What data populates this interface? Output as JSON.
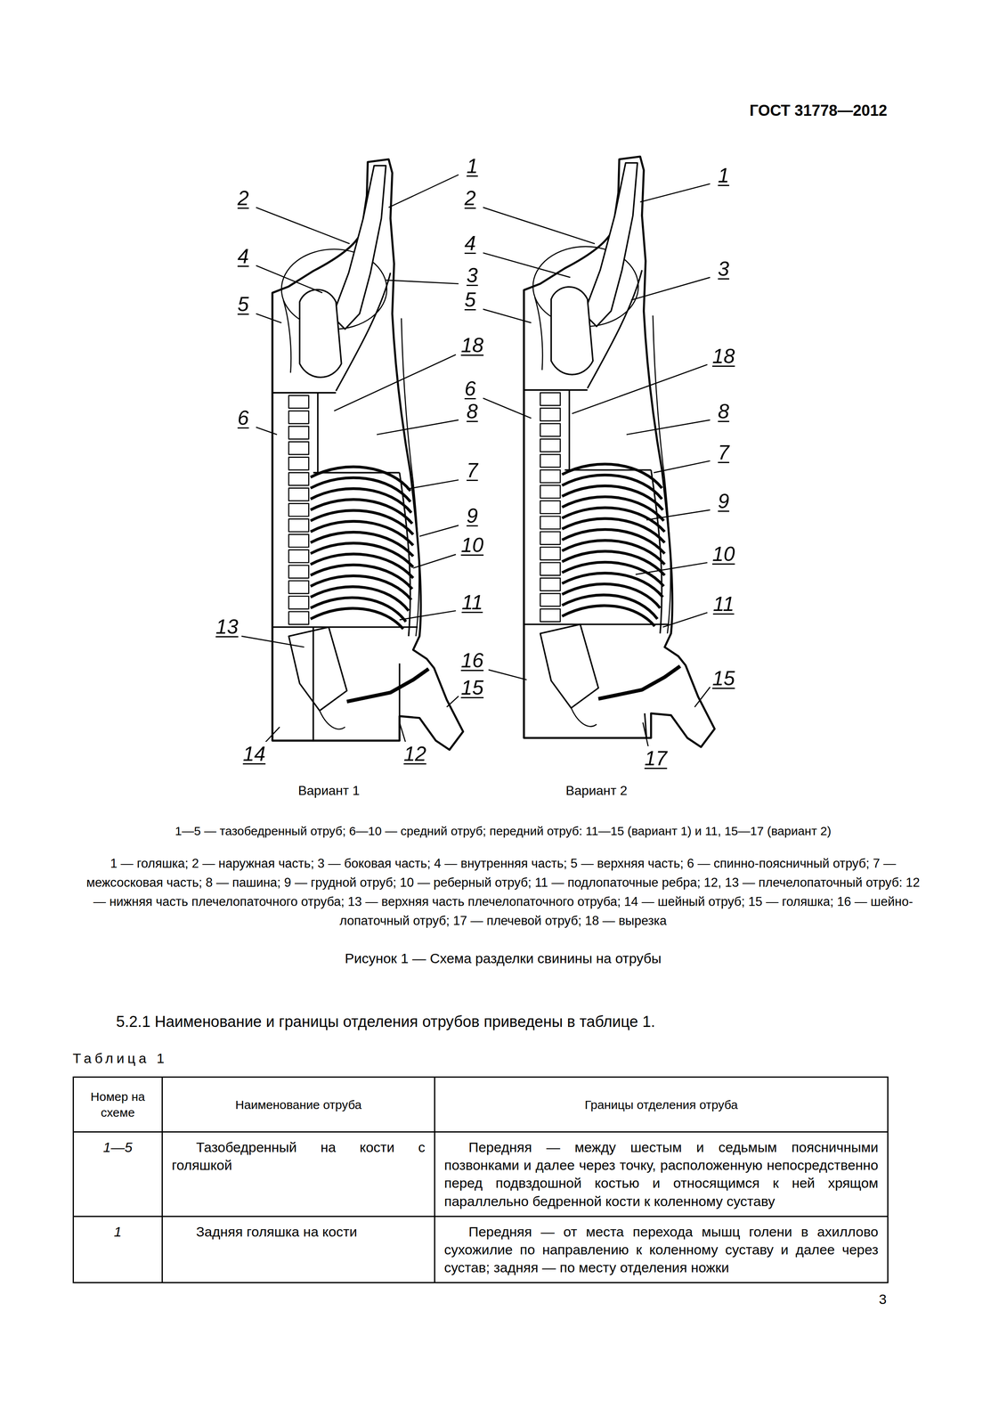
{
  "diagram": {
    "caption": "Рисунок 1 — Схема разделки свинины на отрубы",
    "labels": [
      "ГОСТ 31778—2012",
      "1",
      "2",
      "4",
      "3",
      "5",
      "18",
      "6",
      "8",
      "7",
      "9",
      "10",
      "11",
      "13",
      "15",
      "14",
      "12",
      "1",
      "2",
      "4",
      "3",
      "5",
      "18",
      "6",
      "8",
      "7",
      "9",
      "10",
      "11",
      "16",
      "15",
      "17",
      "Вариант 1",
      "Вариант 2",
      "1—5 — тазобедренный отруб; 6—10 — средний отруб; передний отруб: 11—15 (вариант 1) и 11, 15—17 (вариант 2)",
      "1 — голяшка; 2 — наружная часть; 3 — боковая часть; 4 — внутренняя часть; 5 — верхняя часть; 6 — спинно-поясничный отруб; 7 — межсосковая часть; 8 — пашина; 9 — грудной отруб; 10 — реберный отруб; 11 — подлопаточные ребра; 12, 13 — плечелопаточный отруб: 12 — нижняя часть плечелопаточного отруба; 13 — верхняя часть плечелопаточного отруба; 14 — шейный отруб; 15 — голяшка; 16 — шейно-лопаточный отруб; 17 — плечевой отруб; 18 — вырезка",
      "5.2.1 Наименование и границы отделения отрубов приведены в таблице 1.",
      "Таблица 1",
      "Номер на схеме",
      "Наименование отруба",
      "Границы отделения отруба",
      "1—5",
      "Тазобедренный на кости с голяшкой",
      "Передняя — между шестым и седьмым поясничными позвонками и далее через точку, расположенную непосредственно перед подвздошной костью и относящимся к ней хрящом параллельно бедренной кости к коленному суставу",
      "1",
      "Задняя голяшка на кости",
      "Передняя — от места перехода мышц голени в ахиллово сухожилие по направлению к коленному суставу и далее через сустав; задняя — по месту отделения ножки",
      "3"
    ]
  }
}
